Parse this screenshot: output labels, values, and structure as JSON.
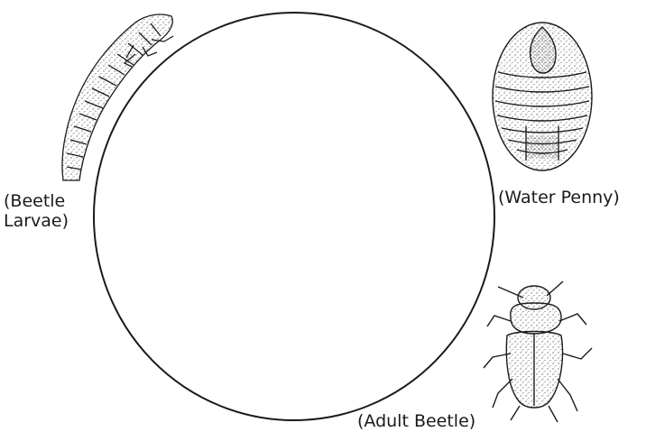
{
  "diagram": {
    "labels": {
      "larvae_line1": "(Beetle",
      "larvae_line2": "Larvae)",
      "water_penny": "(Water Penny)",
      "adult_beetle": "(Adult Beetle)"
    },
    "ink_color": "#1a1a1a",
    "background_color": "#ffffff"
  }
}
